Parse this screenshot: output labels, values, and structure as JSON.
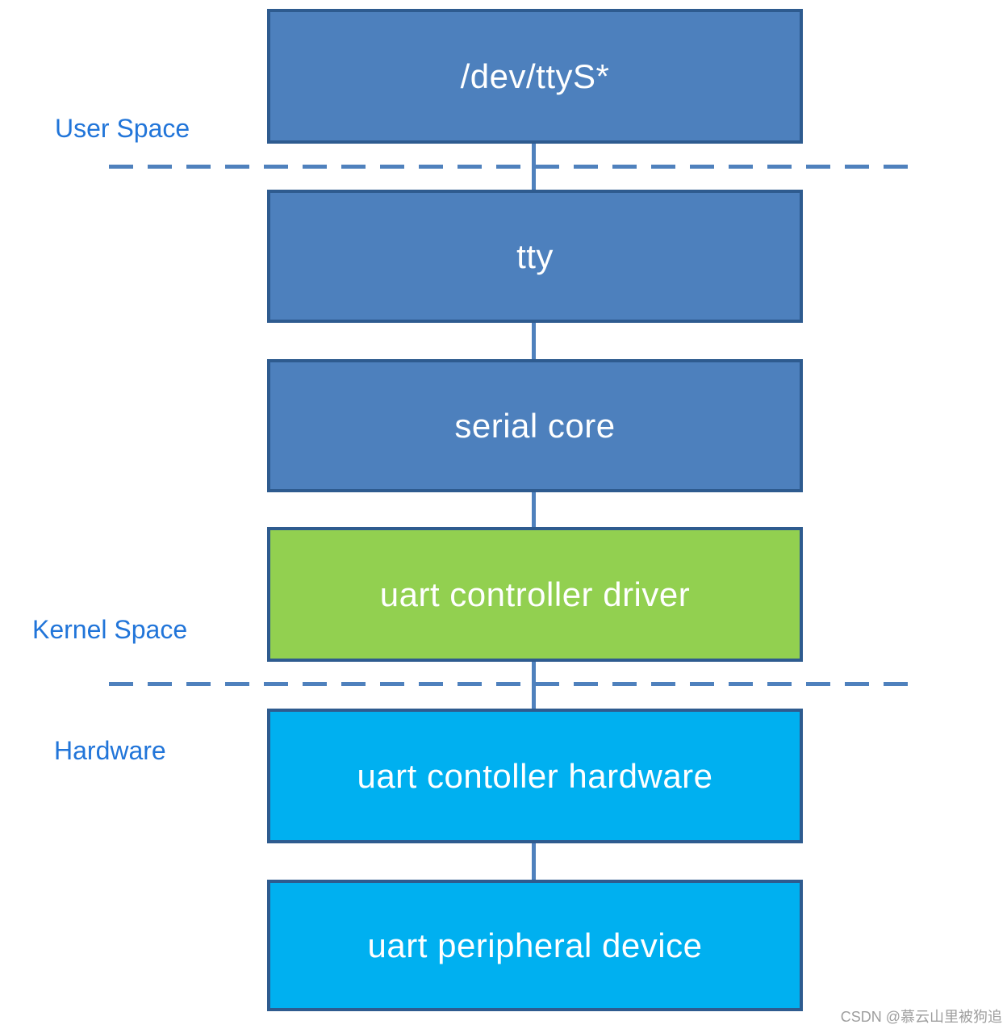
{
  "diagram": {
    "description_labels": {
      "user_space": "User Space",
      "kernel_space": "Kernel Space",
      "hardware": "Hardware"
    },
    "boxes": [
      {
        "id": "dev-ttys",
        "label": "/dev/ttyS*",
        "fill": "#4d80bd",
        "region": "user-space"
      },
      {
        "id": "tty",
        "label": "tty",
        "fill": "#4d80bd",
        "region": "kernel-space"
      },
      {
        "id": "serial-core",
        "label": "serial core",
        "fill": "#4d80bd",
        "region": "kernel-space"
      },
      {
        "id": "uart-controller-driver",
        "label": "uart controller driver",
        "fill": "#92d050",
        "region": "kernel-space"
      },
      {
        "id": "uart-controller-hardware",
        "label": "uart contoller hardware",
        "fill": "#00b0f0",
        "region": "hardware"
      },
      {
        "id": "uart-peripheral-device",
        "label": "uart peripheral device",
        "fill": "#00b0f0",
        "region": "hardware"
      }
    ],
    "colors": {
      "box_blue_fill": "#4d80bd",
      "box_green_fill": "#92d050",
      "box_cyan_fill": "#00b0f0",
      "box_border": "#2e5b8f",
      "box_text": "#ffffff",
      "region_label_blue": "#2175d9",
      "connector_blue": "#4f81bd",
      "watermark_gray": "#9e9e9e"
    }
  },
  "watermark": "CSDN @慕云山里被狗追"
}
